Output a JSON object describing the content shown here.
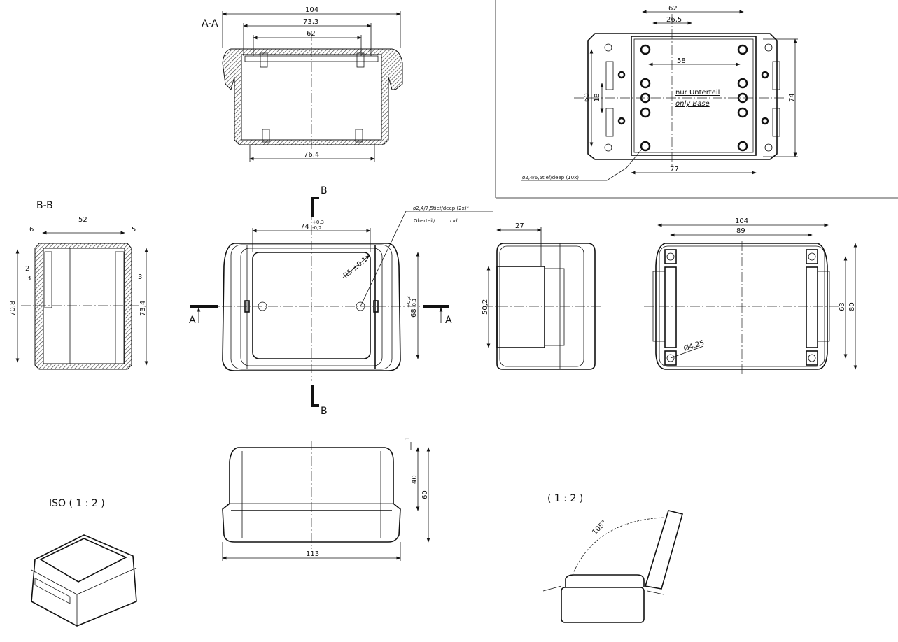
{
  "section_aa": {
    "title": "A-A",
    "dims": [
      "104",
      "73,3",
      "62",
      "76,4"
    ]
  },
  "base_view": {
    "dims": [
      "62",
      "26,5",
      "58",
      "60",
      "18",
      "74",
      "77"
    ],
    "note_de": "nur Unterteil",
    "note_en": "only Base",
    "hole_note": "ø2,4/6,5tief/deep (10x)"
  },
  "section_bb": {
    "title": "B-B",
    "dims": [
      "52",
      "6",
      "5",
      "2",
      "3",
      "3",
      "70,8",
      "73,4"
    ]
  },
  "top_view": {
    "width_dim": "74",
    "width_tol_upper": "+0,3",
    "width_tol_lower": "-0,2",
    "height_dim": "68",
    "height_tol_upper": "+0,3",
    "height_tol_lower": "-0,1",
    "radius": "R5 ±0,1",
    "lid_hole_note": "ø2,4/7,5tief/deep (2x)*",
    "lid_hole_note2_de": "Oberteil/",
    "lid_hole_note2_en": "Lid",
    "cut_a": "A",
    "cut_b": "B"
  },
  "side_view": {
    "dims": [
      "27",
      "50,2"
    ]
  },
  "bottom_view": {
    "dims": [
      "104",
      "89",
      "63",
      "80",
      "Ø4,25"
    ]
  },
  "front_view": {
    "dims": [
      "1",
      "40",
      "60",
      "113"
    ]
  },
  "iso": {
    "label": "ISO ( 1 : 2 )"
  },
  "open_view": {
    "label": "( 1 : 2 )",
    "angle": "105°"
  }
}
